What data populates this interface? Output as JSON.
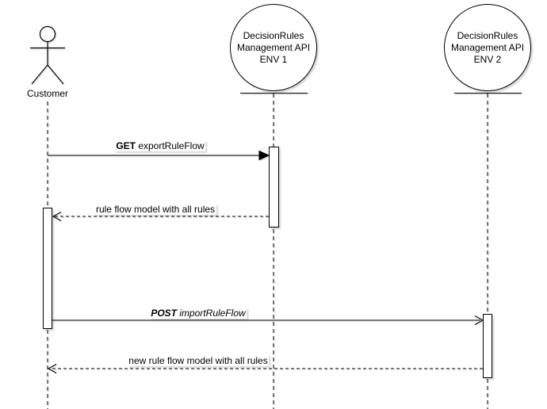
{
  "colors": {
    "stroke": "#000000",
    "background": "#ffffff"
  },
  "actor": {
    "label": "Customer"
  },
  "participants": [
    {
      "line1": "DecisionRules",
      "line2": "Management API",
      "line3": "ENV 1"
    },
    {
      "line1": "DecisionRules",
      "line2": "Management API",
      "line3": "ENV 2"
    }
  ],
  "messages": [
    {
      "keyword": "GET",
      "rest": " exportRuleFlow",
      "from": "Customer",
      "to": "ENV 1",
      "line_style": "solid"
    },
    {
      "keyword": "",
      "rest": "rule flow model with all rules",
      "from": "ENV 1",
      "to": "Customer",
      "line_style": "dashed"
    },
    {
      "keyword": "POST",
      "rest": " importRuleFlow",
      "from": "Customer",
      "to": "ENV 2",
      "line_style": "solid"
    },
    {
      "keyword": "",
      "rest": "new rule flow model with all rules",
      "from": "ENV 2",
      "to": "Customer",
      "line_style": "dashed"
    }
  ]
}
